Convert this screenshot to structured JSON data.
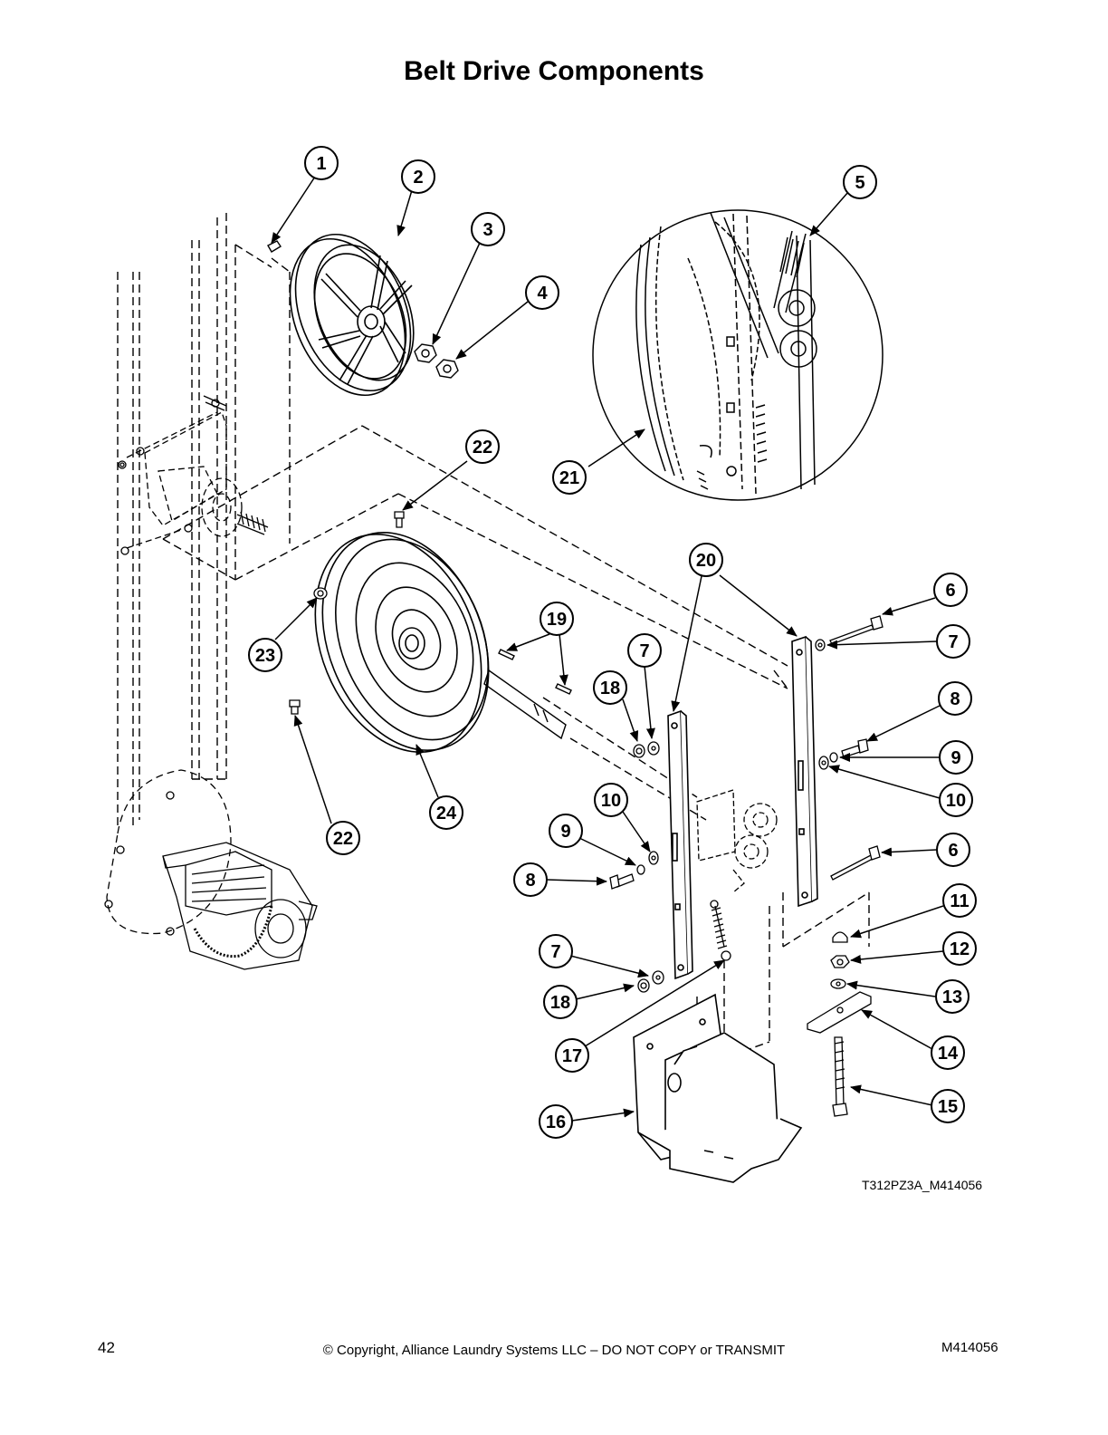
{
  "title": "Belt Drive Components",
  "drawing_id": "T312PZ3A_M414056",
  "footer": {
    "page_number": "42",
    "copyright": "© Copyright, Alliance Laundry Systems LLC – DO NOT COPY or TRANSMIT",
    "doc_number": "M414056"
  },
  "callouts": [
    "1",
    "2",
    "3",
    "4",
    "5",
    "6",
    "7",
    "8",
    "9",
    "10",
    "11",
    "12",
    "13",
    "14",
    "15",
    "16",
    "17",
    "18",
    "19",
    "20",
    "21",
    "22",
    "23",
    "24"
  ]
}
